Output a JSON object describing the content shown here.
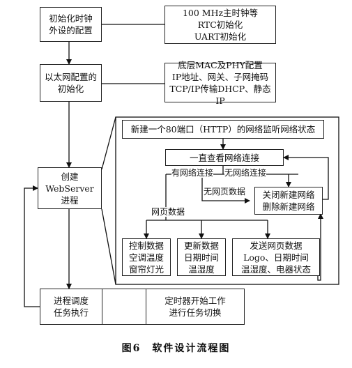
{
  "boxes": {
    "init_clock_periph": [
      "初始化时钟",
      "外设的配置"
    ],
    "init_clock_detail": [
      "100 MHz主时钟等",
      "RTC初始化",
      "UART初始化"
    ],
    "eth_config": [
      "以太网配置的",
      "初始化"
    ],
    "eth_detail": [
      "底层MAC及PHY配置",
      "IP地址、网关、子网掩码",
      "TCP/IP传输DHCP、静态IP"
    ],
    "create_webserver": [
      "创建",
      "WebServer",
      "进程"
    ],
    "new_port": [
      "新建一个80端口（HTTP）的网络监听网络状态"
    ],
    "watch_connection": [
      "一直查看网络连接"
    ],
    "close_connection": [
      "关闭新建网络",
      "删除新建网络"
    ],
    "control_data": [
      "控制数据",
      "空调温度",
      "窗帘灯光"
    ],
    "update_data": [
      "更新数据",
      "日期时间",
      "温湿度"
    ],
    "send_page": [
      "发送网页数据",
      "Logo、日期时间",
      "温湿度、电器状态"
    ],
    "scheduler": [
      "进程调度",
      "任务执行"
    ],
    "timer_switch": [
      "定时器开始工作",
      "进行任务切换"
    ]
  },
  "labels": {
    "has_connection": "有网络连接",
    "no_connection": "无网络连接",
    "no_page_data": "无网页数据",
    "page_data": "网页数据"
  },
  "caption": "图6　软件设计流程图"
}
